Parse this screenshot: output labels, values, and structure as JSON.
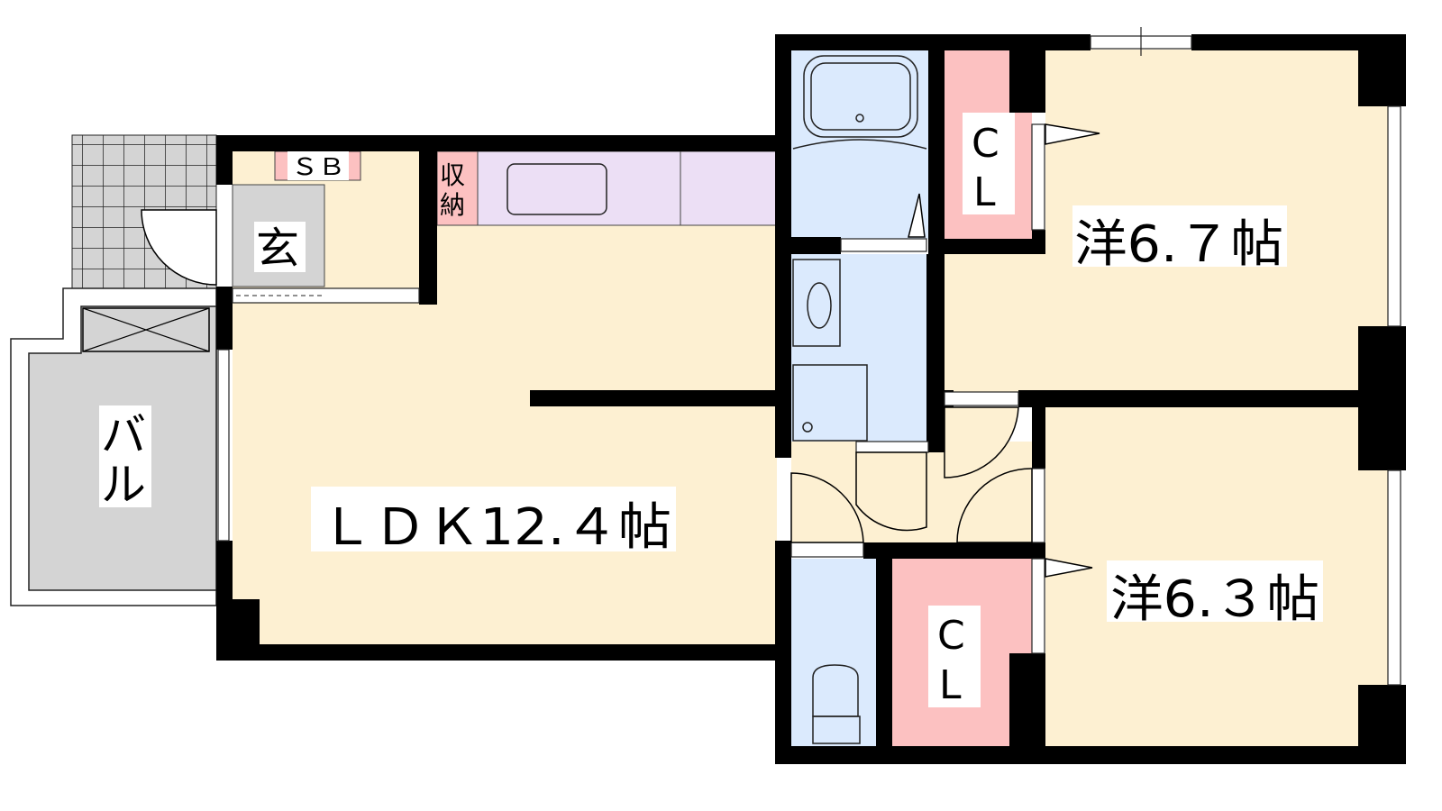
{
  "rooms": {
    "ldk": "ＬＤＫ12.４帖",
    "western1": "洋6.７帖",
    "western2": "洋6.３帖",
    "entrance": "玄",
    "shoe_box": "ＳＢ",
    "storage": [
      "収",
      "納"
    ],
    "closet1": [
      "C",
      "L"
    ],
    "closet2": [
      "C",
      "L"
    ],
    "balcony": [
      "バ",
      "ル"
    ]
  },
  "colors": {
    "floor": "#fdf0d2",
    "wet": "#dbeafd",
    "closet": "#fcc1c1",
    "kitchen": "#ecdff5",
    "outdoor": "#d4d4d4",
    "wall": "#000000"
  }
}
